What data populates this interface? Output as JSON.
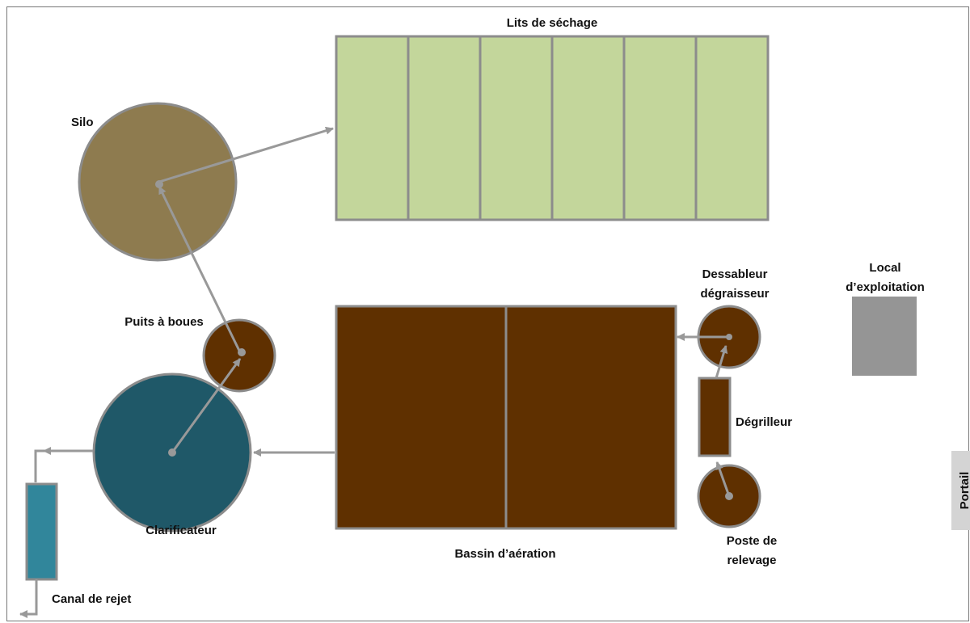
{
  "labels": {
    "lits_de_sechage": "Lits de séchage",
    "silo": "Silo",
    "puits_a_boues": "Puits à boues",
    "clarificateur": "Clarificateur",
    "canal_de_rejet": "Canal de rejet",
    "bassin_aeration": "Bassin d’aération",
    "dessableur_line1": "Dessableur",
    "dessableur_line2": "dégraisseur",
    "degrilleur": "Dégrilleur",
    "poste_line1": "Poste de",
    "poste_line2": "relevage",
    "local_line1": "Local",
    "local_line2": "d’exploitation",
    "portail": "Portail"
  },
  "colors": {
    "drying_beds": "#c3d69b",
    "silo": "#8e7b4f",
    "sludge_brown": "#5f3000",
    "clarifier": "#1f5868",
    "discharge_channel": "#31869b",
    "local_building": "#959595",
    "gate": "#d4d4d4",
    "outline": "#8c8c8c",
    "arrow": "#999999"
  },
  "drying_bed_count": 6
}
